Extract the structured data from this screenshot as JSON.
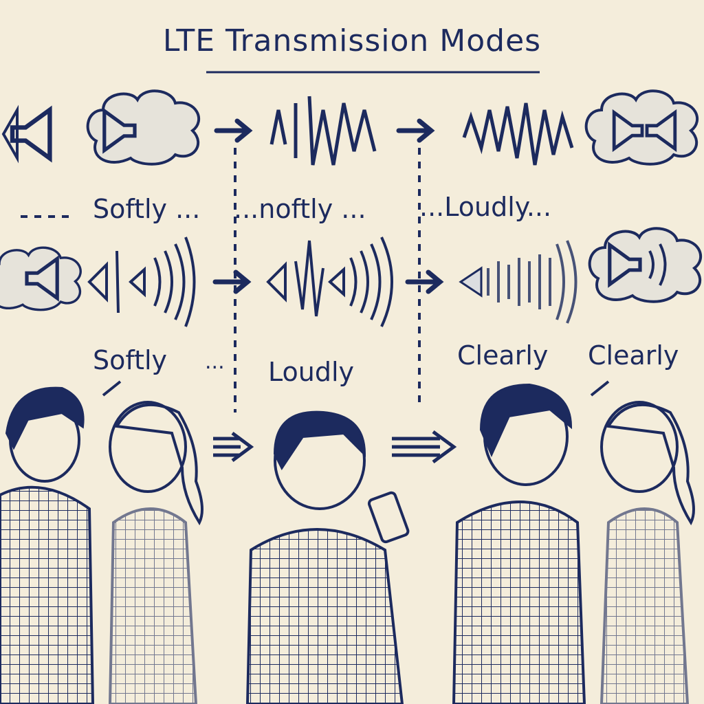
{
  "title": "LTE Transmission Modes",
  "row1_labels": [
    "Softly ...",
    "...noftly ...",
    "...Loudly..."
  ],
  "row2_labels": [
    "Softly",
    "...",
    "Loudly",
    "Clearly",
    "Clearly"
  ],
  "colors": {
    "background": "#f4eddb",
    "ink": "#1c2a5e"
  }
}
